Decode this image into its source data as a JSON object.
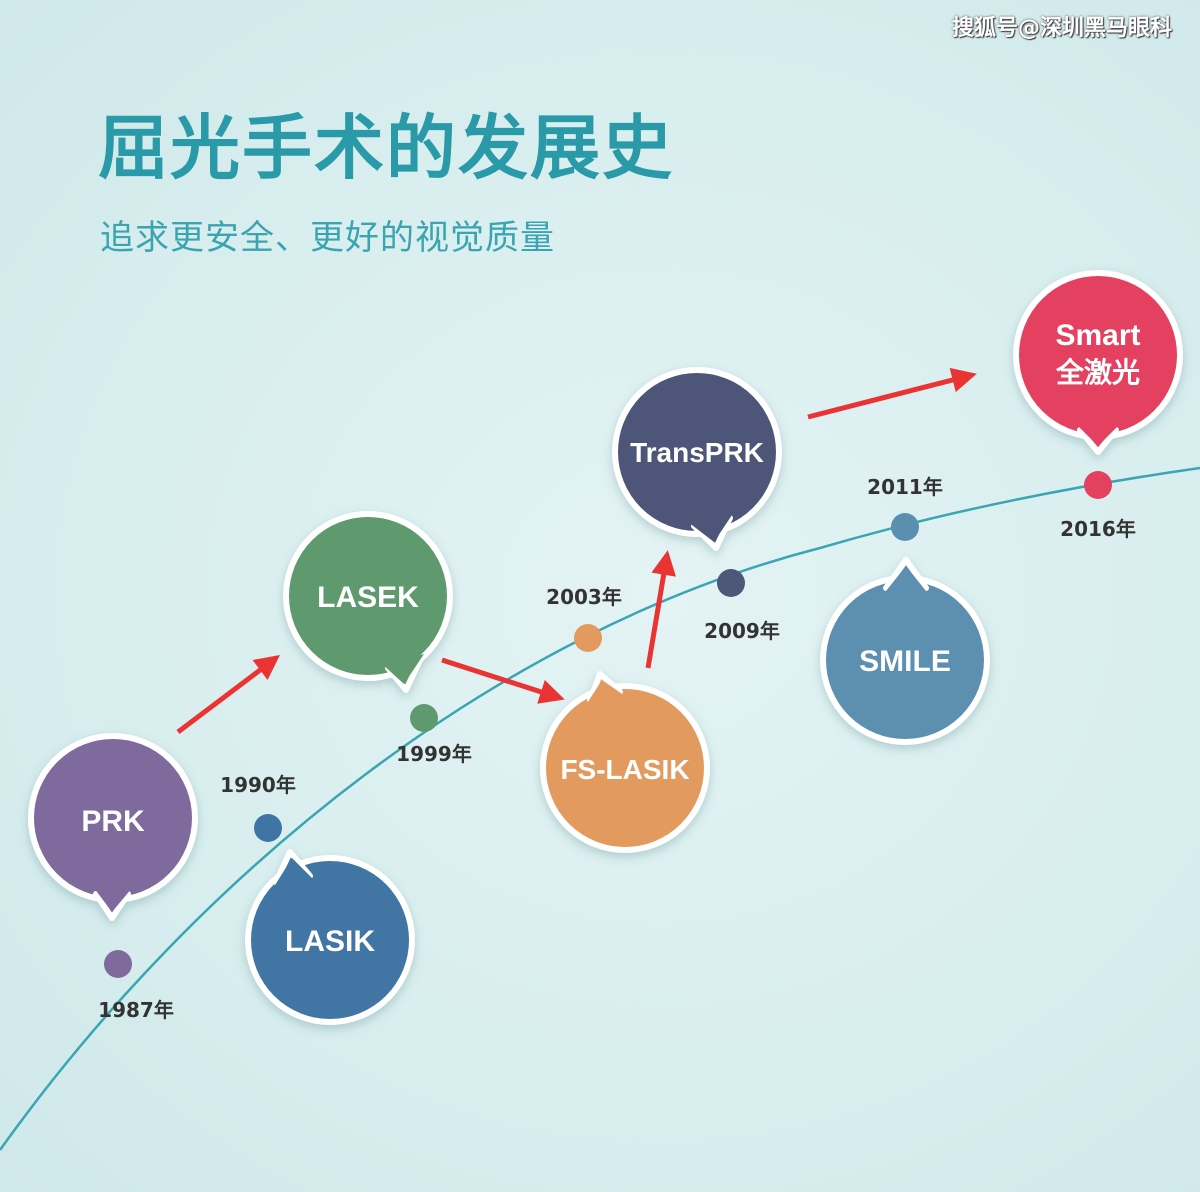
{
  "watermark": "搜狐号@深圳黑马眼科",
  "title": "屈光手术的发展史",
  "subtitle": "追求更安全、更好的视觉质量",
  "milestones": [
    {
      "name": "PRK",
      "year": "1987年",
      "color": "#7f6a9e",
      "position": "above"
    },
    {
      "name": "LASIK",
      "year": "1990年",
      "color": "#3f74a4",
      "position": "below"
    },
    {
      "name": "LASEK",
      "year": "1999年",
      "color": "#5e9a6e",
      "position": "above"
    },
    {
      "name": "FS-LASIK",
      "year": "2003年",
      "color": "#e39a5f",
      "position": "below"
    },
    {
      "name": "TransPRK",
      "year": "2009年",
      "color": "#4d5778",
      "position": "above"
    },
    {
      "name": "SMILE",
      "year": "2011年",
      "color": "#5b8fb0",
      "position": "below"
    },
    {
      "name": "Smart",
      "name_line2": "全激光",
      "year": "2016年",
      "color": "#e4415f",
      "position": "above"
    }
  ],
  "arrow_color": "#ea3434",
  "curve_color": "#3aa5b3"
}
